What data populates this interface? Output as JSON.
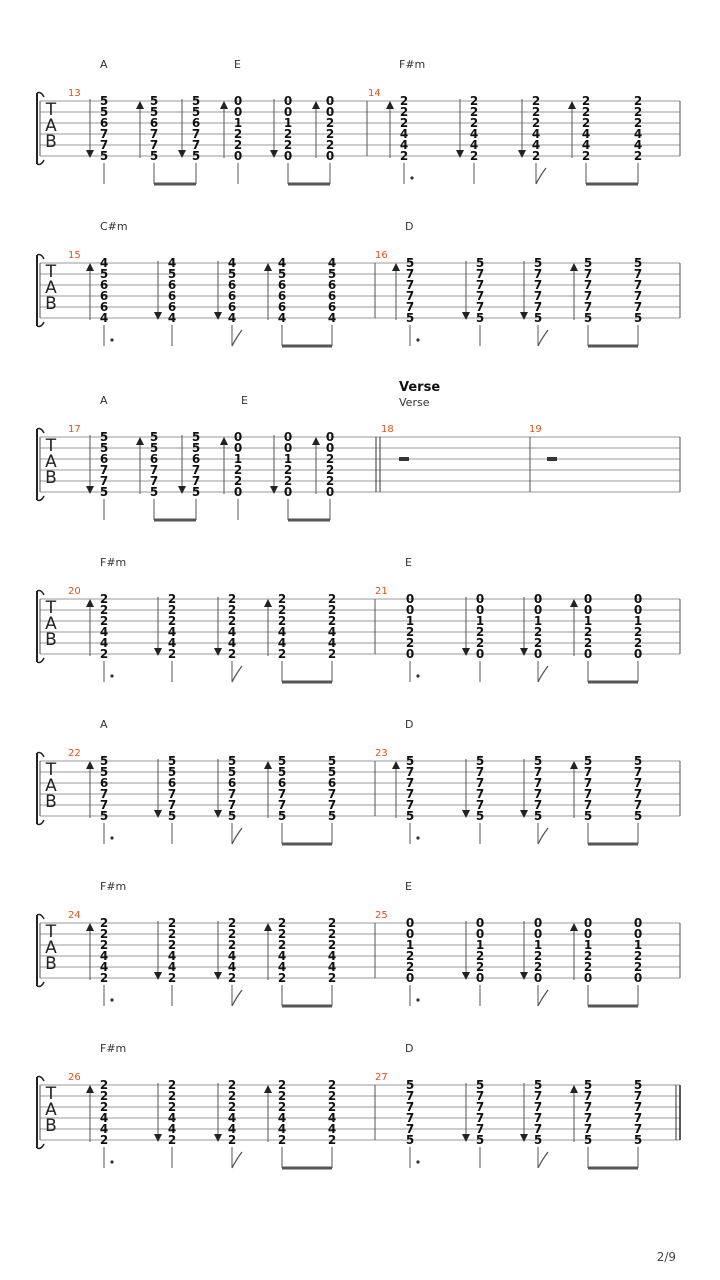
{
  "page": {
    "number": "2/9"
  },
  "tab_label": [
    "T",
    "A",
    "B"
  ],
  "systems": [
    {
      "chords": [
        {
          "name": "A",
          "beat": 0
        },
        {
          "name": "E",
          "beat": 4
        },
        {
          "name": "F#m",
          "beat": 8
        }
      ],
      "measures": [
        {
          "number": "13",
          "beats": [
            {
              "frets": [
                "5",
                "5",
                "6",
                "7",
                "7",
                "5"
              ],
              "dir": "down"
            },
            {
              "frets": [
                "5",
                "5",
                "6",
                "7",
                "7",
                "5"
              ],
              "dir": "up"
            },
            {
              "frets": [
                "5",
                "5",
                "6",
                "7",
                "7",
                "5"
              ],
              "dir": "down"
            },
            {
              "frets": [
                "0",
                "0",
                "1",
                "2",
                "2",
                "0"
              ],
              "dir": "up"
            },
            {
              "frets": [
                "0",
                "0",
                "1",
                "2",
                "2",
                "0"
              ],
              "dir": "down"
            },
            {
              "frets": [
                "0",
                "0",
                "2",
                "2",
                "2",
                "0"
              ],
              "dir": "up"
            }
          ],
          "rhythm": "A"
        },
        {
          "number": "14",
          "beats": [
            {
              "frets": [
                "2",
                "2",
                "2",
                "4",
                "4",
                "2"
              ],
              "dir": "up"
            },
            {
              "frets": [
                "2",
                "2",
                "2",
                "4",
                "4",
                "2"
              ],
              "dir": "down"
            },
            {
              "frets": [
                "2",
                "2",
                "2",
                "4",
                "4",
                "2"
              ],
              "dir": "down"
            },
            {
              "frets": [
                "2",
                "2",
                "2",
                "4",
                "4",
                "2"
              ],
              "dir": "up"
            },
            {
              "frets": [
                "2",
                "2",
                "2",
                "4",
                "4",
                "2"
              ],
              "dir": "none"
            }
          ],
          "rhythm": "B"
        }
      ]
    },
    {
      "chords": [
        {
          "name": "C#m",
          "beat": 0
        },
        {
          "name": "D",
          "beat": 5
        }
      ],
      "measures": [
        {
          "number": "15",
          "beats": [
            {
              "frets": [
                "4",
                "5",
                "6",
                "6",
                "6",
                "4"
              ],
              "dir": "up"
            },
            {
              "frets": [
                "4",
                "5",
                "6",
                "6",
                "6",
                "4"
              ],
              "dir": "down"
            },
            {
              "frets": [
                "4",
                "5",
                "6",
                "6",
                "6",
                "4"
              ],
              "dir": "down"
            },
            {
              "frets": [
                "4",
                "5",
                "6",
                "6",
                "6",
                "4"
              ],
              "dir": "up"
            },
            {
              "frets": [
                "4",
                "5",
                "6",
                "6",
                "6",
                "4"
              ],
              "dir": "none"
            }
          ],
          "rhythm": "B"
        },
        {
          "number": "16",
          "beats": [
            {
              "frets": [
                "5",
                "7",
                "7",
                "7",
                "7",
                "5"
              ],
              "dir": "up"
            },
            {
              "frets": [
                "5",
                "7",
                "7",
                "7",
                "7",
                "5"
              ],
              "dir": "down"
            },
            {
              "frets": [
                "5",
                "7",
                "7",
                "7",
                "7",
                "5"
              ],
              "dir": "down"
            },
            {
              "frets": [
                "5",
                "7",
                "7",
                "7",
                "7",
                "5"
              ],
              "dir": "up"
            },
            {
              "frets": [
                "5",
                "7",
                "7",
                "7",
                "7",
                "5"
              ],
              "dir": "none"
            }
          ],
          "rhythm": "B"
        }
      ]
    },
    {
      "chords": [
        {
          "name": "A",
          "beat": 0
        },
        {
          "name": "E",
          "beat": 3
        }
      ],
      "section": {
        "title": "Verse",
        "subtitle": "Verse"
      },
      "measures": [
        {
          "number": "17",
          "beats": [
            {
              "frets": [
                "5",
                "5",
                "6",
                "7",
                "7",
                "5"
              ],
              "dir": "down"
            },
            {
              "frets": [
                "5",
                "5",
                "6",
                "7",
                "7",
                "5"
              ],
              "dir": "up"
            },
            {
              "frets": [
                "5",
                "5",
                "6",
                "7",
                "7",
                "5"
              ],
              "dir": "down"
            },
            {
              "frets": [
                "0",
                "0",
                "1",
                "2",
                "2",
                "0"
              ],
              "dir": "up"
            },
            {
              "frets": [
                "0",
                "0",
                "1",
                "2",
                "2",
                "0"
              ],
              "dir": "down"
            },
            {
              "frets": [
                "0",
                "0",
                "2",
                "2",
                "2",
                "0"
              ],
              "dir": "up"
            }
          ],
          "rhythm": "A"
        },
        {
          "number": "18",
          "rest": true
        },
        {
          "number": "19",
          "rest": true
        }
      ]
    },
    {
      "chords": [
        {
          "name": "F#m",
          "beat": 0
        },
        {
          "name": "E",
          "beat": 5
        }
      ],
      "measures": [
        {
          "number": "20",
          "beats": [
            {
              "frets": [
                "2",
                "2",
                "2",
                "4",
                "4",
                "2"
              ],
              "dir": "up"
            },
            {
              "frets": [
                "2",
                "2",
                "2",
                "4",
                "4",
                "2"
              ],
              "dir": "down"
            },
            {
              "frets": [
                "2",
                "2",
                "2",
                "4",
                "4",
                "2"
              ],
              "dir": "down"
            },
            {
              "frets": [
                "2",
                "2",
                "2",
                "4",
                "4",
                "2"
              ],
              "dir": "up"
            },
            {
              "frets": [
                "2",
                "2",
                "2",
                "4",
                "4",
                "2"
              ],
              "dir": "none"
            }
          ],
          "rhythm": "B"
        },
        {
          "number": "21",
          "beats": [
            {
              "frets": [
                "0",
                "0",
                "1",
                "2",
                "2",
                "0"
              ],
              "dir": "none"
            },
            {
              "frets": [
                "0",
                "0",
                "1",
                "2",
                "2",
                "0"
              ],
              "dir": "down"
            },
            {
              "frets": [
                "0",
                "0",
                "1",
                "2",
                "2",
                "0"
              ],
              "dir": "down"
            },
            {
              "frets": [
                "0",
                "0",
                "1",
                "2",
                "2",
                "0"
              ],
              "dir": "up"
            },
            {
              "frets": [
                "0",
                "0",
                "1",
                "2",
                "2",
                "0"
              ],
              "dir": "none"
            }
          ],
          "rhythm": "B"
        }
      ]
    },
    {
      "chords": [
        {
          "name": "A",
          "beat": 0
        },
        {
          "name": "D",
          "beat": 5
        }
      ],
      "measures": [
        {
          "number": "22",
          "beats": [
            {
              "frets": [
                "5",
                "5",
                "6",
                "7",
                "7",
                "5"
              ],
              "dir": "up"
            },
            {
              "frets": [
                "5",
                "5",
                "6",
                "7",
                "7",
                "5"
              ],
              "dir": "down"
            },
            {
              "frets": [
                "5",
                "5",
                "6",
                "7",
                "7",
                "5"
              ],
              "dir": "down"
            },
            {
              "frets": [
                "5",
                "5",
                "6",
                "7",
                "7",
                "5"
              ],
              "dir": "up"
            },
            {
              "frets": [
                "5",
                "5",
                "6",
                "7",
                "7",
                "5"
              ],
              "dir": "none"
            }
          ],
          "rhythm": "B"
        },
        {
          "number": "23",
          "beats": [
            {
              "frets": [
                "5",
                "7",
                "7",
                "7",
                "7",
                "5"
              ],
              "dir": "up"
            },
            {
              "frets": [
                "5",
                "7",
                "7",
                "7",
                "7",
                "5"
              ],
              "dir": "down"
            },
            {
              "frets": [
                "5",
                "7",
                "7",
                "7",
                "7",
                "5"
              ],
              "dir": "down"
            },
            {
              "frets": [
                "5",
                "7",
                "7",
                "7",
                "7",
                "5"
              ],
              "dir": "up"
            },
            {
              "frets": [
                "5",
                "7",
                "7",
                "7",
                "7",
                "5"
              ],
              "dir": "none"
            }
          ],
          "rhythm": "B"
        }
      ]
    },
    {
      "chords": [
        {
          "name": "F#m",
          "beat": 0
        },
        {
          "name": "E",
          "beat": 5
        }
      ],
      "measures": [
        {
          "number": "24",
          "beats": [
            {
              "frets": [
                "2",
                "2",
                "2",
                "4",
                "4",
                "2"
              ],
              "dir": "up"
            },
            {
              "frets": [
                "2",
                "2",
                "2",
                "4",
                "4",
                "2"
              ],
              "dir": "down"
            },
            {
              "frets": [
                "2",
                "2",
                "2",
                "4",
                "4",
                "2"
              ],
              "dir": "down"
            },
            {
              "frets": [
                "2",
                "2",
                "2",
                "4",
                "4",
                "2"
              ],
              "dir": "up"
            },
            {
              "frets": [
                "2",
                "2",
                "2",
                "4",
                "4",
                "2"
              ],
              "dir": "none"
            }
          ],
          "rhythm": "B"
        },
        {
          "number": "25",
          "beats": [
            {
              "frets": [
                "0",
                "0",
                "1",
                "2",
                "2",
                "0"
              ],
              "dir": "none"
            },
            {
              "frets": [
                "0",
                "0",
                "1",
                "2",
                "2",
                "0"
              ],
              "dir": "down"
            },
            {
              "frets": [
                "0",
                "0",
                "1",
                "2",
                "2",
                "0"
              ],
              "dir": "down"
            },
            {
              "frets": [
                "0",
                "0",
                "1",
                "2",
                "2",
                "0"
              ],
              "dir": "up"
            },
            {
              "frets": [
                "0",
                "0",
                "1",
                "2",
                "2",
                "0"
              ],
              "dir": "none"
            }
          ],
          "rhythm": "B"
        }
      ]
    },
    {
      "chords": [
        {
          "name": "F#m",
          "beat": 0
        },
        {
          "name": "D",
          "beat": 5
        }
      ],
      "measures": [
        {
          "number": "26",
          "beats": [
            {
              "frets": [
                "2",
                "2",
                "2",
                "4",
                "4",
                "2"
              ],
              "dir": "up"
            },
            {
              "frets": [
                "2",
                "2",
                "2",
                "4",
                "4",
                "2"
              ],
              "dir": "down"
            },
            {
              "frets": [
                "2",
                "2",
                "2",
                "4",
                "4",
                "2"
              ],
              "dir": "down"
            },
            {
              "frets": [
                "2",
                "2",
                "2",
                "4",
                "4",
                "2"
              ],
              "dir": "up"
            },
            {
              "frets": [
                "2",
                "2",
                "2",
                "4",
                "4",
                "2"
              ],
              "dir": "none"
            }
          ],
          "rhythm": "B"
        },
        {
          "number": "27",
          "beats": [
            {
              "frets": [
                "5",
                "7",
                "7",
                "7",
                "7",
                "5"
              ],
              "dir": "none"
            },
            {
              "frets": [
                "5",
                "7",
                "7",
                "7",
                "7",
                "5"
              ],
              "dir": "down"
            },
            {
              "frets": [
                "5",
                "7",
                "7",
                "7",
                "7",
                "5"
              ],
              "dir": "down"
            },
            {
              "frets": [
                "5",
                "7",
                "7",
                "7",
                "7",
                "5"
              ],
              "dir": "up"
            },
            {
              "frets": [
                "5",
                "7",
                "7",
                "7",
                "7",
                "5"
              ],
              "dir": "none"
            }
          ],
          "rhythm": "B"
        }
      ]
    }
  ]
}
